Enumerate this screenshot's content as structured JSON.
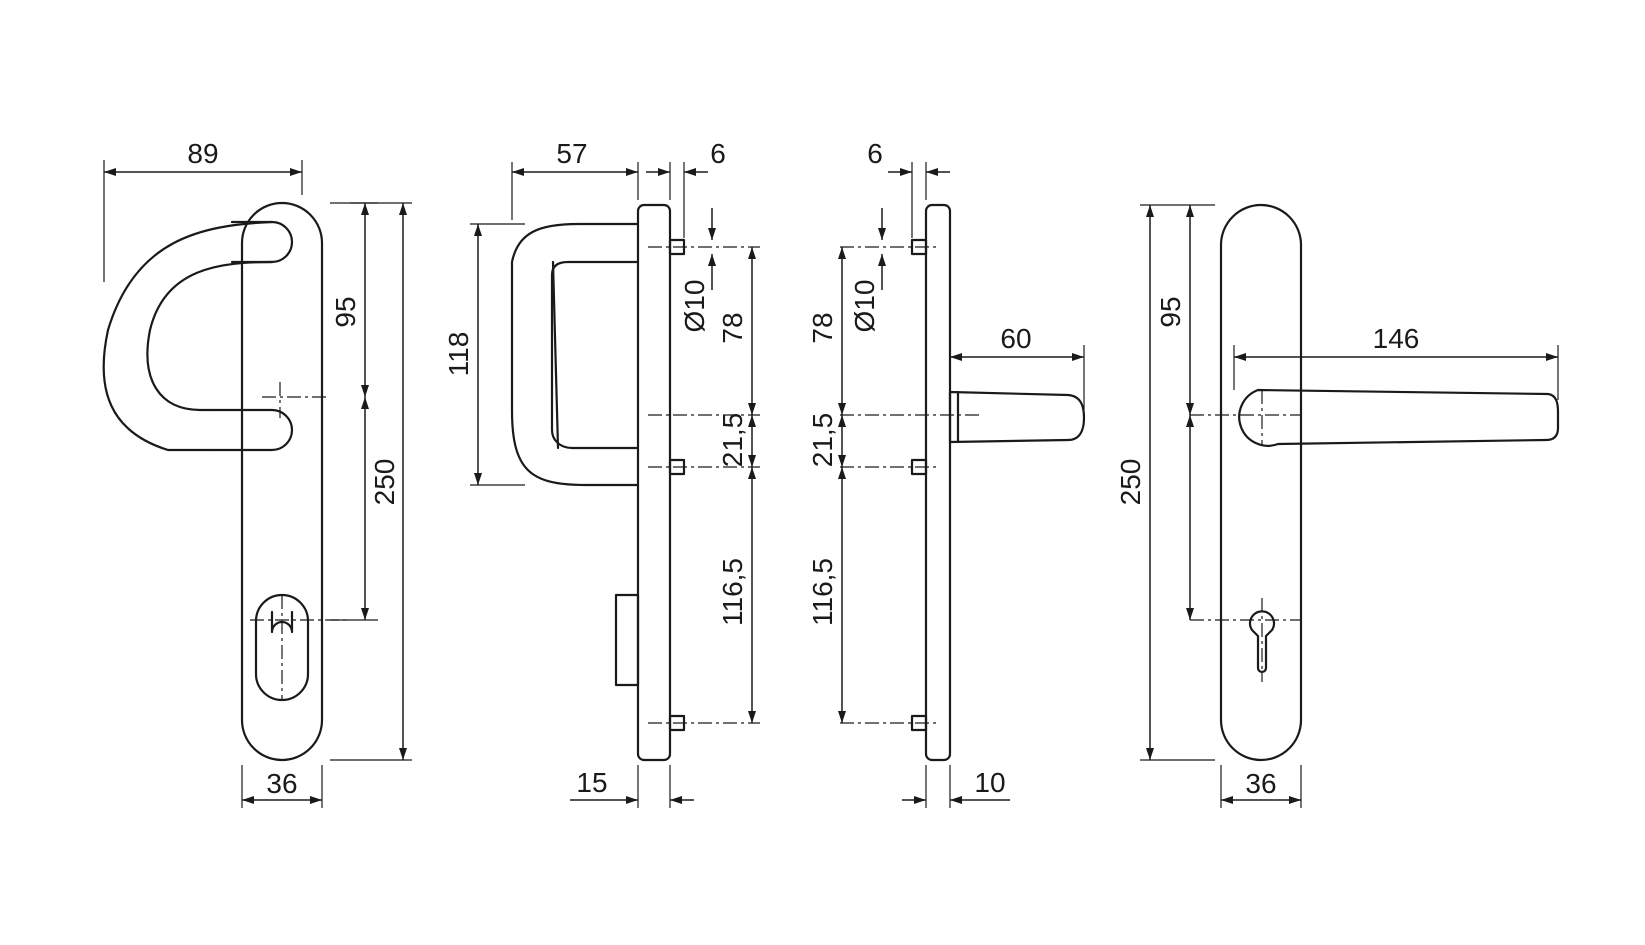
{
  "dimensions": {
    "front_lever_width": "89",
    "front_lever_center": "95",
    "front_total_height": "250",
    "front_plate_width": "36",
    "side_projection": "57",
    "side_pin_offset": "6",
    "side_handle_height": "118",
    "side_pin_diameter": "Ø10",
    "side_upper_spacing": "78",
    "side_mid_spacing": "21,5",
    "side_lower_spacing": "116,5",
    "side_base_depth": "15",
    "back_pin_offset": "6",
    "back_upper_spacing": "78",
    "back_pin_diameter": "Ø10",
    "back_mid_spacing": "21,5",
    "back_lower_spacing": "116,5",
    "back_knob_projection": "60",
    "back_plate_depth": "10",
    "rear_lever_center": "95",
    "rear_total_height": "250",
    "rear_lever_length": "146",
    "rear_plate_width": "36"
  }
}
